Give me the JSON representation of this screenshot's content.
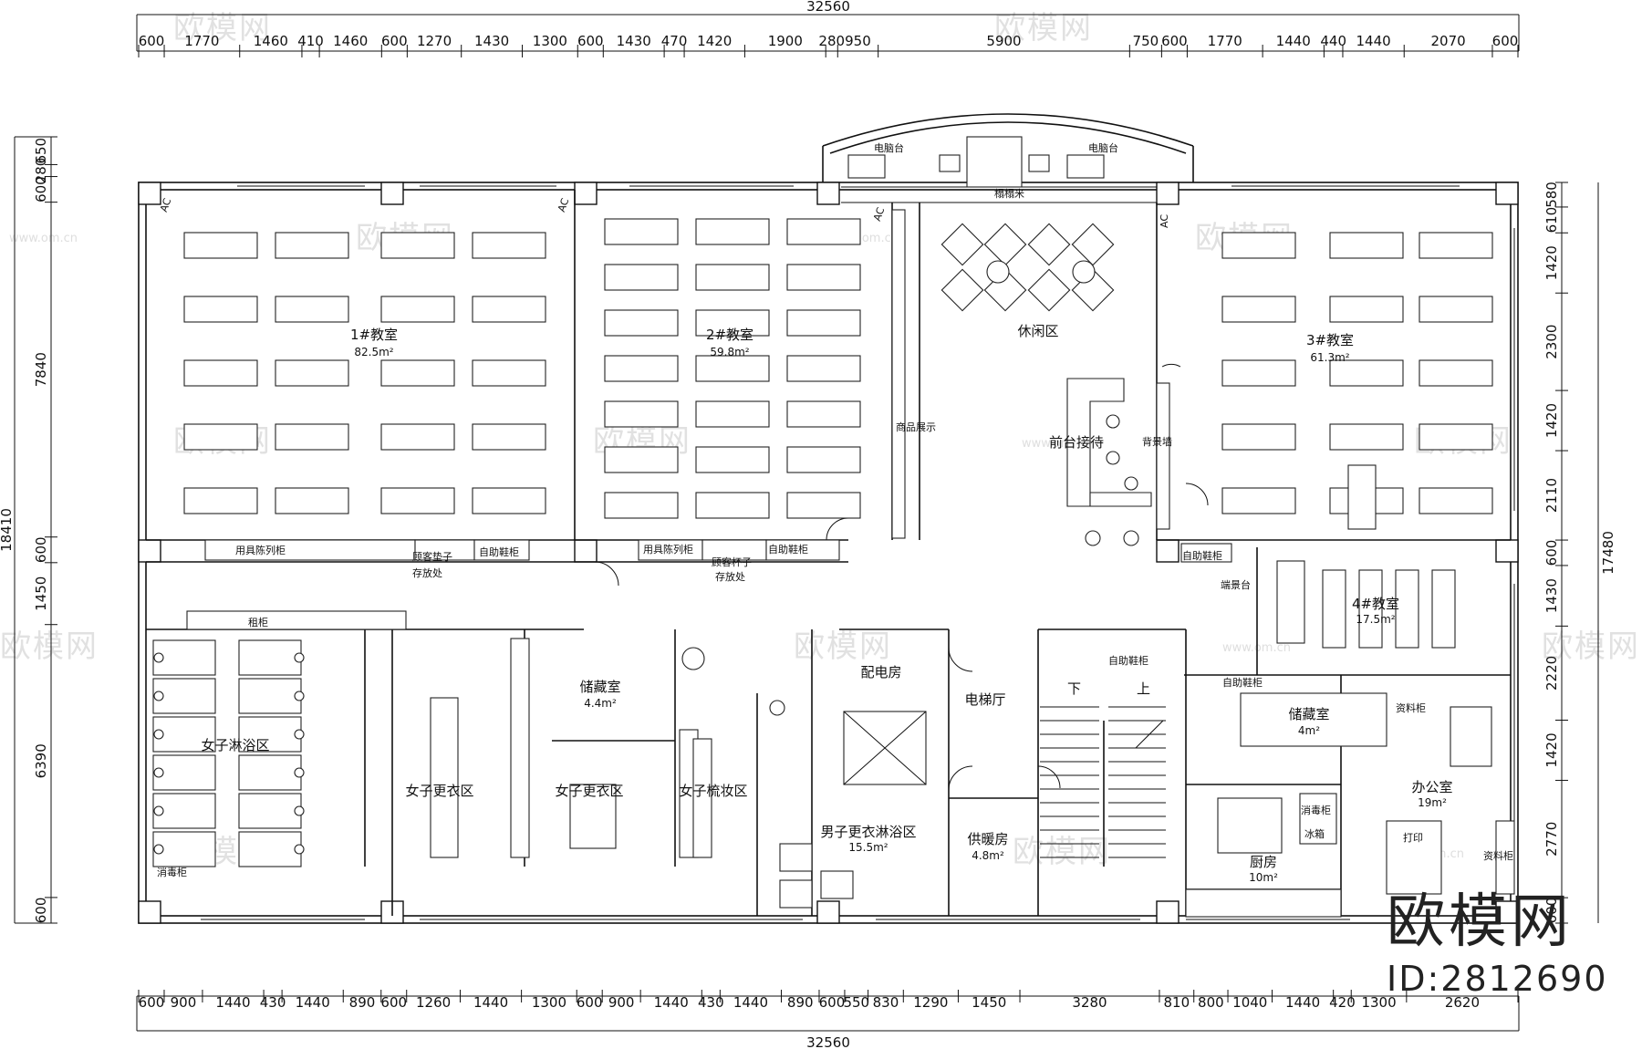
{
  "plan": {
    "top_total": "32560",
    "bottom_total": "32560",
    "top_dims": [
      "600",
      "1770",
      "1460",
      "410",
      "1460",
      "600",
      "1270",
      "1430",
      "1300",
      "600",
      "1430",
      "470",
      "1420",
      "1900",
      "280",
      "950",
      "5900",
      "750",
      "600",
      "1770",
      "1440",
      "440",
      "1440",
      "2070",
      "600"
    ],
    "bottom_dims": [
      "600",
      "900",
      "1440",
      "430",
      "1440",
      "890",
      "600",
      "1260",
      "1440",
      "1300",
      "600",
      "900",
      "1440",
      "430",
      "1440",
      "890",
      "600",
      "550",
      "830",
      "1290",
      "1450",
      "3280",
      "810",
      "800",
      "1040",
      "1440",
      "420",
      "1300",
      "2620"
    ],
    "left_dims": [
      "650",
      "280",
      "600",
      "7840",
      "600",
      "1450",
      "6390",
      "600"
    ],
    "left_total": "18410",
    "right_dims": [
      "580",
      "610",
      "1420",
      "2300",
      "1420",
      "2110",
      "600",
      "1430",
      "2220",
      "1420",
      "2770",
      "600"
    ],
    "right_total": "17480",
    "rooms": [
      {
        "name": "1#教室",
        "area": "82.5m²"
      },
      {
        "name": "2#教室",
        "area": "59.8m²"
      },
      {
        "name": "3#教室",
        "area": "61.3m²"
      },
      {
        "name": "4#教室",
        "area": "17.5m²"
      },
      {
        "name": "休闲区",
        "area": ""
      },
      {
        "name": "前台接待",
        "area": ""
      },
      {
        "name": "储藏室",
        "area": "4.4m²"
      },
      {
        "name": "储藏室",
        "area": "4m²"
      },
      {
        "name": "配电房",
        "area": ""
      },
      {
        "name": "电梯厅",
        "area": ""
      },
      {
        "name": "女子淋浴区",
        "area": ""
      },
      {
        "name": "女子更衣区",
        "area": ""
      },
      {
        "name": "女子更衣区",
        "area": ""
      },
      {
        "name": "女子梳妆区",
        "area": ""
      },
      {
        "name": "男子更衣淋浴区",
        "area": "15.5m²"
      },
      {
        "name": "供暖房",
        "area": "4.8m²"
      },
      {
        "name": "厨房",
        "area": "10m²"
      },
      {
        "name": "办公室",
        "area": "19m²"
      }
    ],
    "labels": {
      "computer_desk_left": "电脑台",
      "computer_desk_right": "电脑台",
      "tatami": "榻榻米",
      "goods_display": "商品展示",
      "backdrop_wall": "背景墙",
      "equip_cabinet_1": "用具陈列柜",
      "mat_storage_1": "顾客垫子",
      "mat_storage_2": "存放处",
      "shoe_cab_1": "自助鞋柜",
      "equip_cabinet_2": "用具陈列柜",
      "cup_storage_1": "顾客杯子",
      "cup_storage_2": "存放处",
      "shoe_cab_2": "自助鞋柜",
      "shoe_cab_3": "自助鞋柜",
      "shoe_cab_4": "自助鞋柜",
      "shoe_cab_5": "自助鞋柜",
      "end_scene": "端景台",
      "rent_cab": "租柜",
      "disinfect": "消毒柜",
      "disinfect_k": "消毒柜",
      "fridge": "冰箱",
      "files_1": "资料柜",
      "files_2": "资料柜",
      "print": "打印",
      "stair_down": "下",
      "stair_up": "上",
      "ac": "AC"
    },
    "watermark": {
      "text": "欧模网",
      "url": "www.om.cn"
    },
    "brand": {
      "name": "欧模网",
      "id": "ID:2812690"
    }
  }
}
